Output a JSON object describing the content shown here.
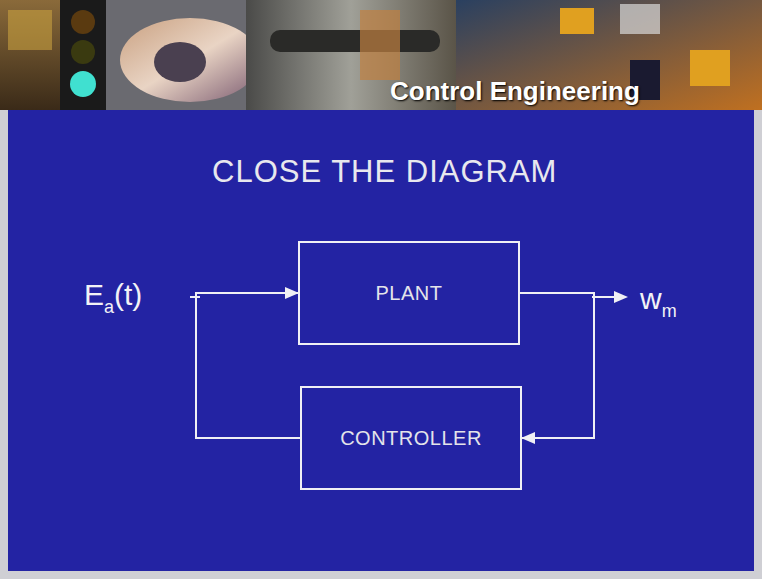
{
  "diagram": {
    "title": "CLOSE THE DIAGRAM",
    "nodes": [
      {
        "text": [
          "PLANT"
        ]
      },
      {
        "text": [
          "CONTROLLER"
        ]
      }
    ],
    "edges": [
      {
        "from": 0,
        "to": 1,
        "arrow": "to"
      },
      {
        "from": 1,
        "to": 0,
        "arrow": "to"
      }
    ],
    "labels": [
      "Control Engineering",
      "E",
      "a",
      "(t)",
      "w",
      "m"
    ]
  }
}
